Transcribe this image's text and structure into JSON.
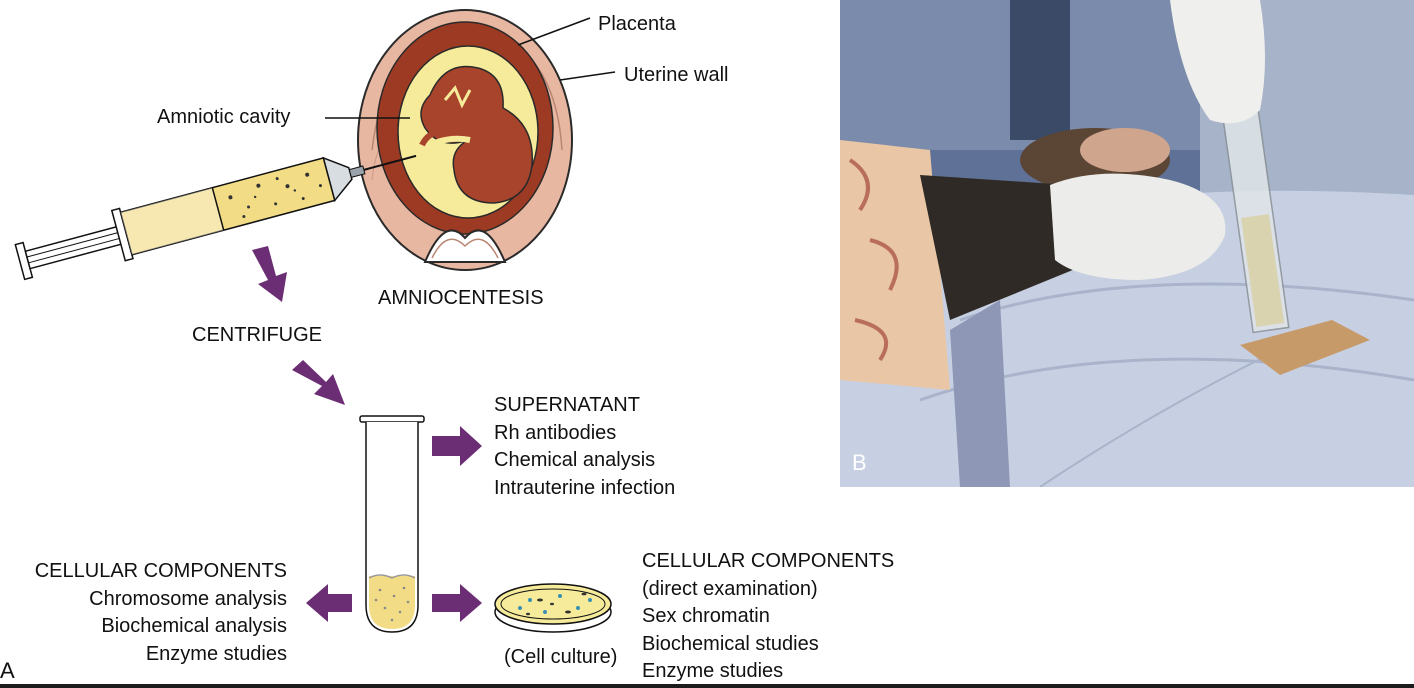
{
  "panel_a": {
    "letter": "A",
    "labels": {
      "placenta": "Placenta",
      "uterine_wall": "Uterine wall",
      "amniotic_cavity": "Amniotic cavity",
      "amniocentesis": "AMNIOCENTESIS",
      "centrifuge": "CENTRIFUGE",
      "cell_culture": "(Cell culture)"
    },
    "supernatant": [
      "SUPERNATANT",
      "Rh antibodies",
      "Chemical analysis",
      "Intrauterine infection"
    ],
    "cellular_left": [
      "CELLULAR COMPONENTS",
      "Chromosome analysis",
      "Biochemical analysis",
      "Enzyme studies"
    ],
    "cellular_right": [
      "CELLULAR COMPONENTS",
      "(direct examination)",
      "Sex chromatin",
      "Biochemical studies",
      "Enzyme studies"
    ]
  },
  "panel_b": {
    "letter": "B"
  },
  "colors": {
    "arrow": "#6b2d73",
    "uterus_wall": "#e8b7a2",
    "placenta": "#9c3a23",
    "amniotic_fluid": "#f6eb9a",
    "fetus": "#a8432c",
    "syringe_fluid": "#f2dc86",
    "tube_sediment": "#f2dc86"
  }
}
